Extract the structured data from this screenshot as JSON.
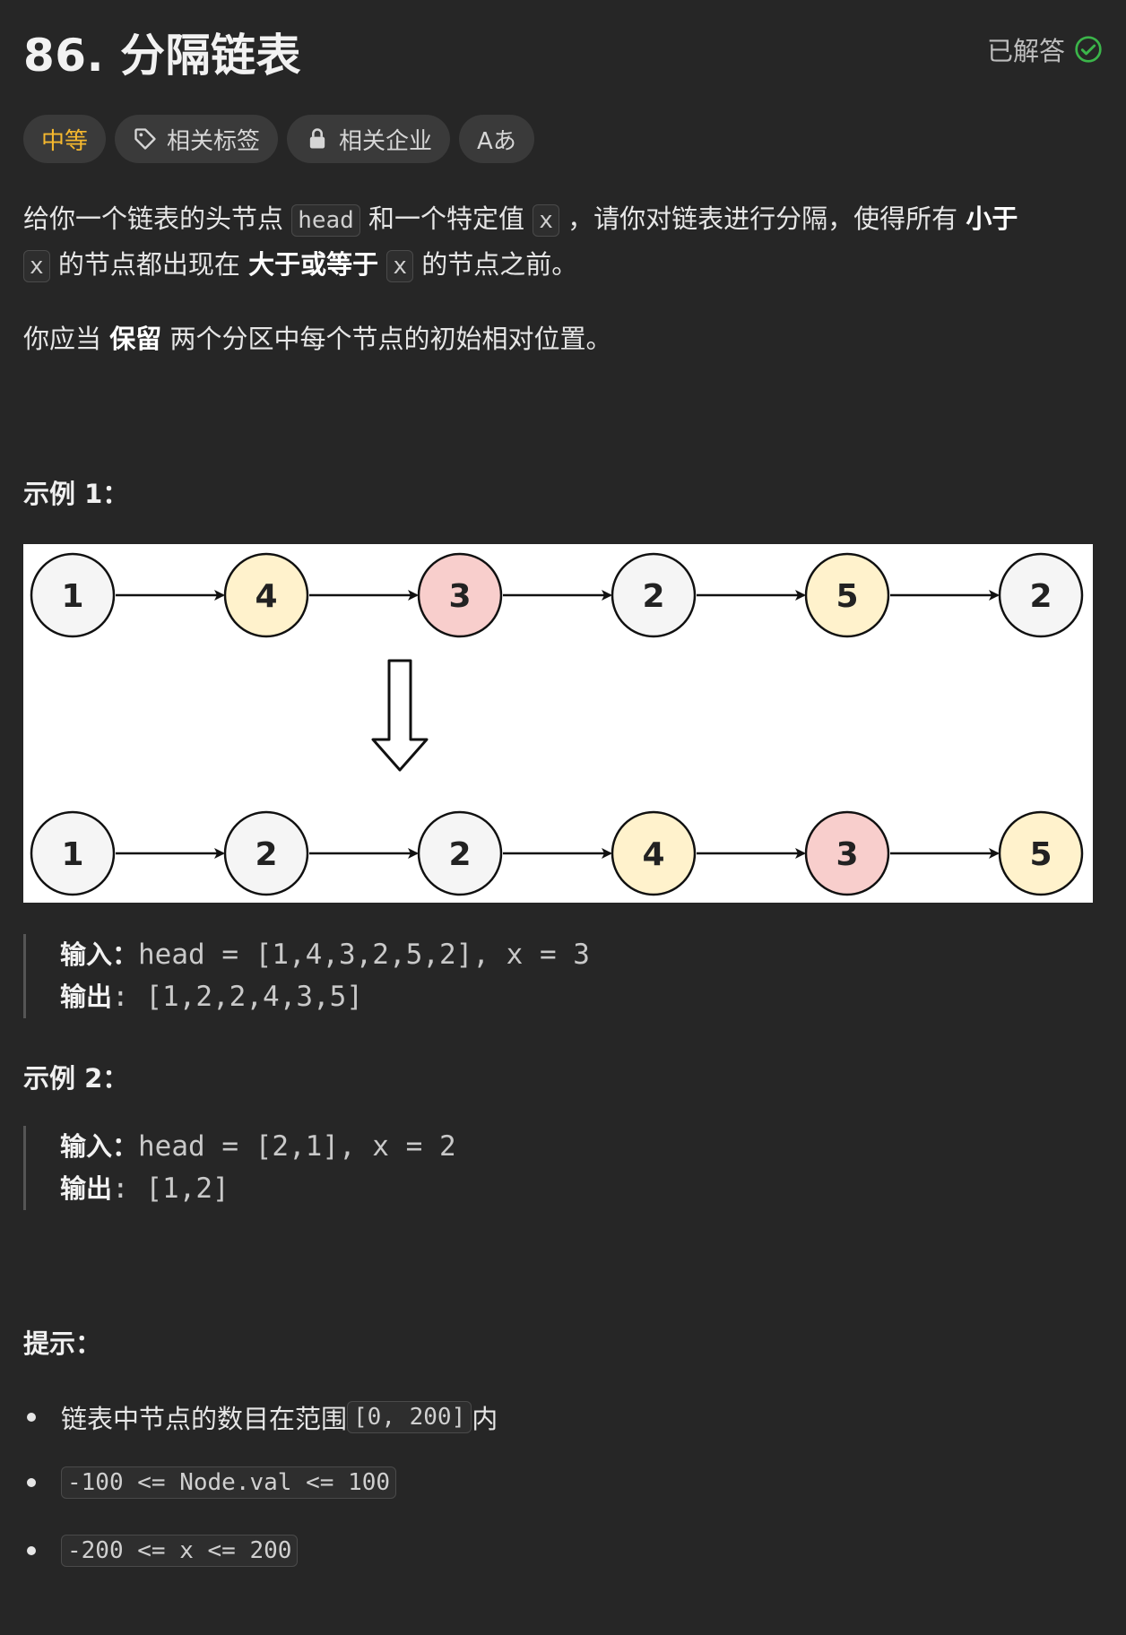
{
  "problem": {
    "title": "86. 分隔链表",
    "status": "已解答",
    "difficulty": "中等",
    "tag_related": "相关标签",
    "tag_company": "相关企业",
    "tag_translate": "Aあ"
  },
  "description": {
    "p1_a": "给你一个链表的头节点 ",
    "p1_head": "head",
    "p1_b": " 和一个特定值 ",
    "p1_x1": "x",
    "p1_c": " ，请你对链表进行分隔，使得所有 ",
    "p1_less": "小于",
    "p1_x2": "x",
    "p1_d": " 的节点都出现在 ",
    "p1_gte": "大于或等于",
    "p1_x3": "x",
    "p1_e": " 的节点之前。",
    "p2_a": "你应当 ",
    "p2_keep": "保留",
    "p2_b": " 两个分区中每个节点的初始相对位置。"
  },
  "example1": {
    "heading": "示例 1：",
    "input_label": "输入：",
    "input_value": "head = [1,4,3,2,5,2], x = 3",
    "output_label": "输出",
    "output_value": ": [1,2,2,4,3,5]",
    "figure": {
      "top_row": [
        1,
        4,
        3,
        2,
        5,
        2
      ],
      "bottom_row": [
        1,
        2,
        2,
        4,
        3,
        5
      ],
      "colors": {
        "less": "#f5f5f5",
        "equal": "#f8cecc",
        "greater": "#fff2cc",
        "stroke": "#111111"
      },
      "x": 3
    }
  },
  "example2": {
    "heading": "示例 2：",
    "input_label": "输入：",
    "input_value": "head = [2,1], x = 2",
    "output_label": "输出",
    "output_value": ": [1,2]"
  },
  "hints": {
    "heading": "提示：",
    "item1_text": "链表中节点的数目在范围 ",
    "item1_code": "[0, 200]",
    "item1_tail": " 内",
    "item2_code": "-100 <= Node.val <= 100",
    "item3_code": "-200 <= x <= 200"
  }
}
